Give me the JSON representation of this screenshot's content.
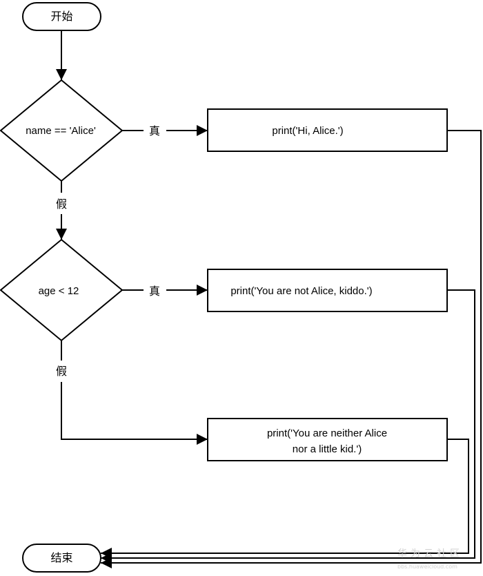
{
  "nodes": {
    "start": "开始",
    "cond_name": "name == 'Alice'",
    "cond_age": "age < 12",
    "print_hi": "print('Hi, Alice.')",
    "print_kiddo": "print('You are not Alice, kiddo.')",
    "print_neither_line1": "print('You are neither Alice",
    "print_neither_line2": "nor a little kid.')",
    "end": "结束"
  },
  "edge_labels": {
    "true_1": "真",
    "false_1": "假",
    "true_2": "真",
    "false_2": "假"
  },
  "watermark": {
    "text": "华为云社区",
    "url": "bbs.huaweicloud.com"
  }
}
